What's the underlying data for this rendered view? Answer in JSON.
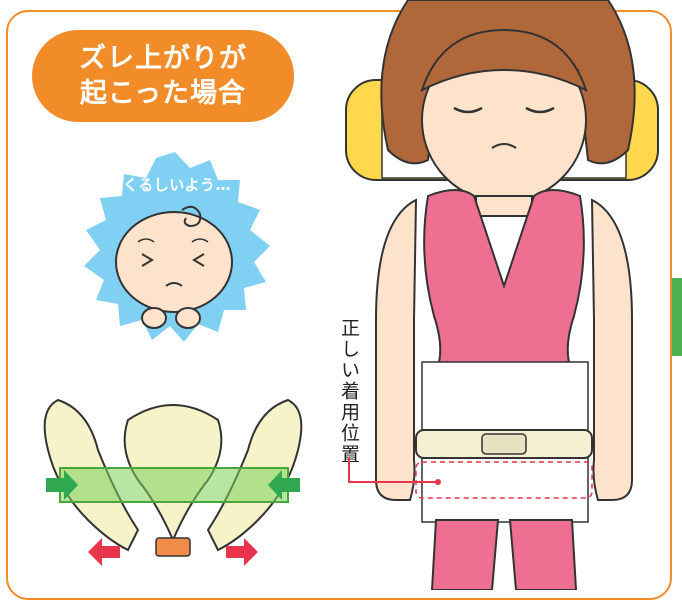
{
  "heading": {
    "line1": "ズレ上がりが",
    "line2": "起こった場合"
  },
  "baby_bubble": {
    "text": "くるしいよう…"
  },
  "correct_position_label": "正しい着用位置",
  "colors": {
    "accent_orange": "#f28c28",
    "sky_blue": "#7fd0f2",
    "green_band": "#7ccf5a",
    "pink": "#ef6f93",
    "red_arrow": "#e8354d",
    "green_arrow": "#2fa84f"
  }
}
